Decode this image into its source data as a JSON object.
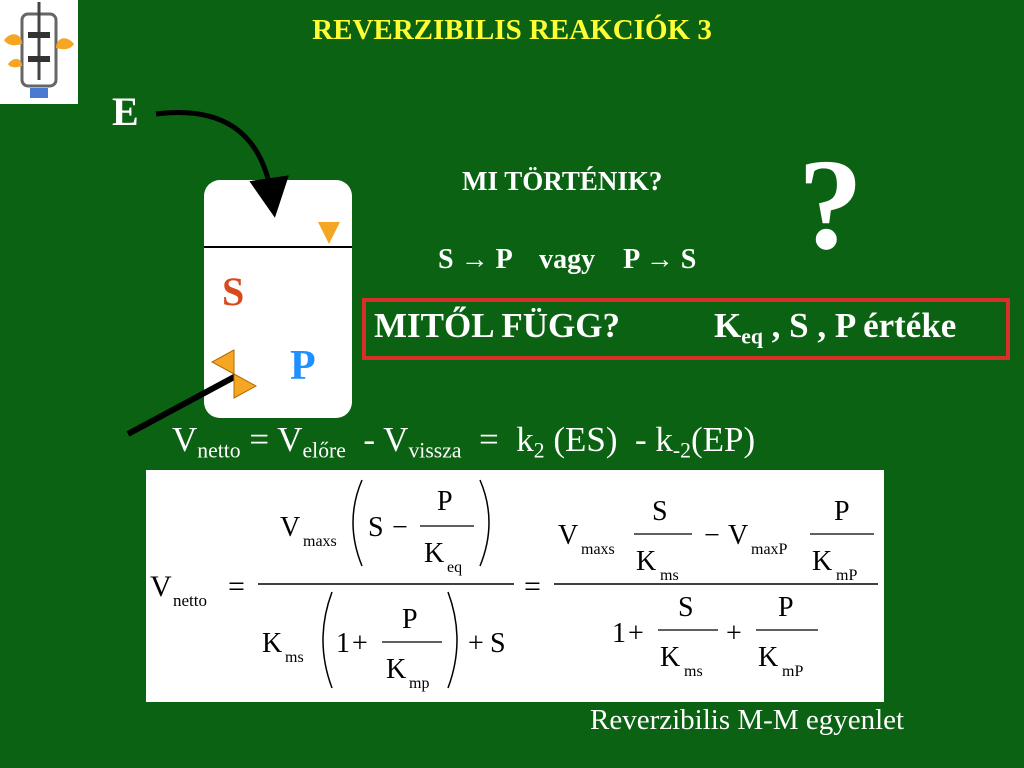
{
  "slide": {
    "title": "REVERZIBILIS REAKCIÓK 3",
    "label_e": "E",
    "label_s": "S",
    "label_p": "P",
    "question": "MI TÖRTÉNIK?",
    "question_mark": "?",
    "direction": {
      "forward": "S → P",
      "or": "vagy",
      "backward": "P → S"
    },
    "depends": {
      "label": "MITŐL FÜGG?",
      "k": "K",
      "k_sub": "eq",
      "rest": " , S , P értéke"
    },
    "vnetto_line": {
      "v1": "V",
      "v1_sub": "netto",
      "eq1": " = ",
      "v2": "V",
      "v2_sub": "előre",
      "minus1": "  - ",
      "v3": "V",
      "v3_sub": "vissza",
      "eq2": "  =  ",
      "k2": "k",
      "k2_sub": "2",
      "es": " (ES)  - ",
      "km2": "k",
      "km2_sub": "-2",
      "ep": "(EP)"
    },
    "equation": {
      "v": "V",
      "netto": "netto",
      "equals": "=",
      "vmax": "V",
      "maxs": "maxs",
      "s": "S",
      "minus": "−",
      "p": "P",
      "k": "K",
      "eq": "eq",
      "ms": "ms",
      "mp": "mp",
      "mP": "mP",
      "one": "1",
      "plus": "+",
      "maxP": "maxP"
    },
    "caption": "Reverzibilis M-M egyenlet",
    "colors": {
      "background": "#0b6212",
      "title": "#ffff33",
      "s_label": "#d84a1e",
      "p_label": "#1e90ff",
      "frame": "#d7302a",
      "valve": "#f5a623"
    }
  }
}
